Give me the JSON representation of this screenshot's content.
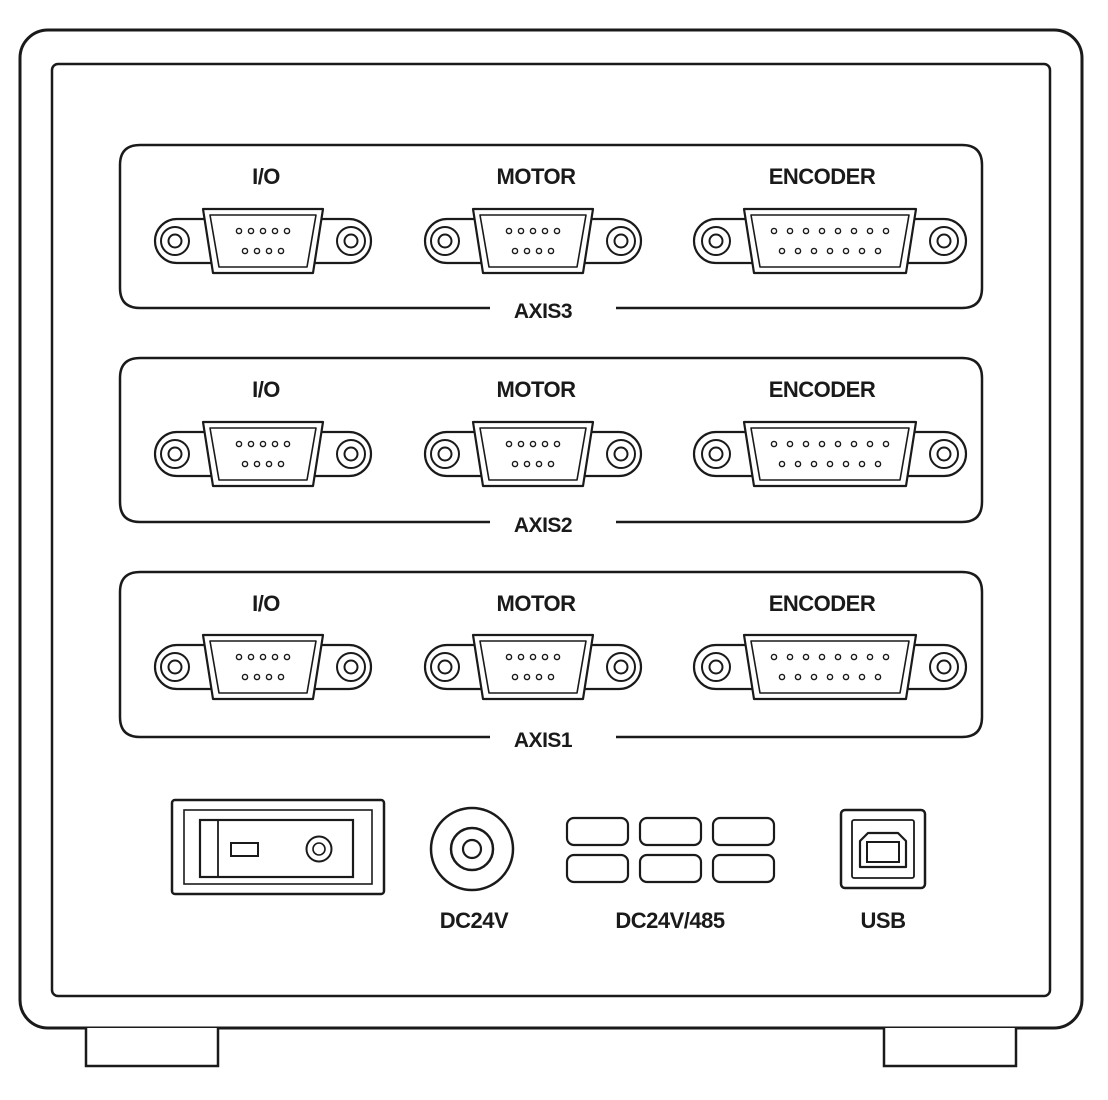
{
  "axes": [
    {
      "name": "AXIS3",
      "ports": [
        "I/O",
        "MOTOR",
        "ENCODER"
      ]
    },
    {
      "name": "AXIS2",
      "ports": [
        "I/O",
        "MOTOR",
        "ENCODER"
      ]
    },
    {
      "name": "AXIS1",
      "ports": [
        "I/O",
        "MOTOR",
        "ENCODER"
      ]
    }
  ],
  "bottom": {
    "dc_label": "DC24V",
    "terminal_label": "DC24V/485",
    "usb_label": "USB"
  },
  "colors": {
    "line": "#1a1a1a",
    "background": "#ffffff"
  }
}
